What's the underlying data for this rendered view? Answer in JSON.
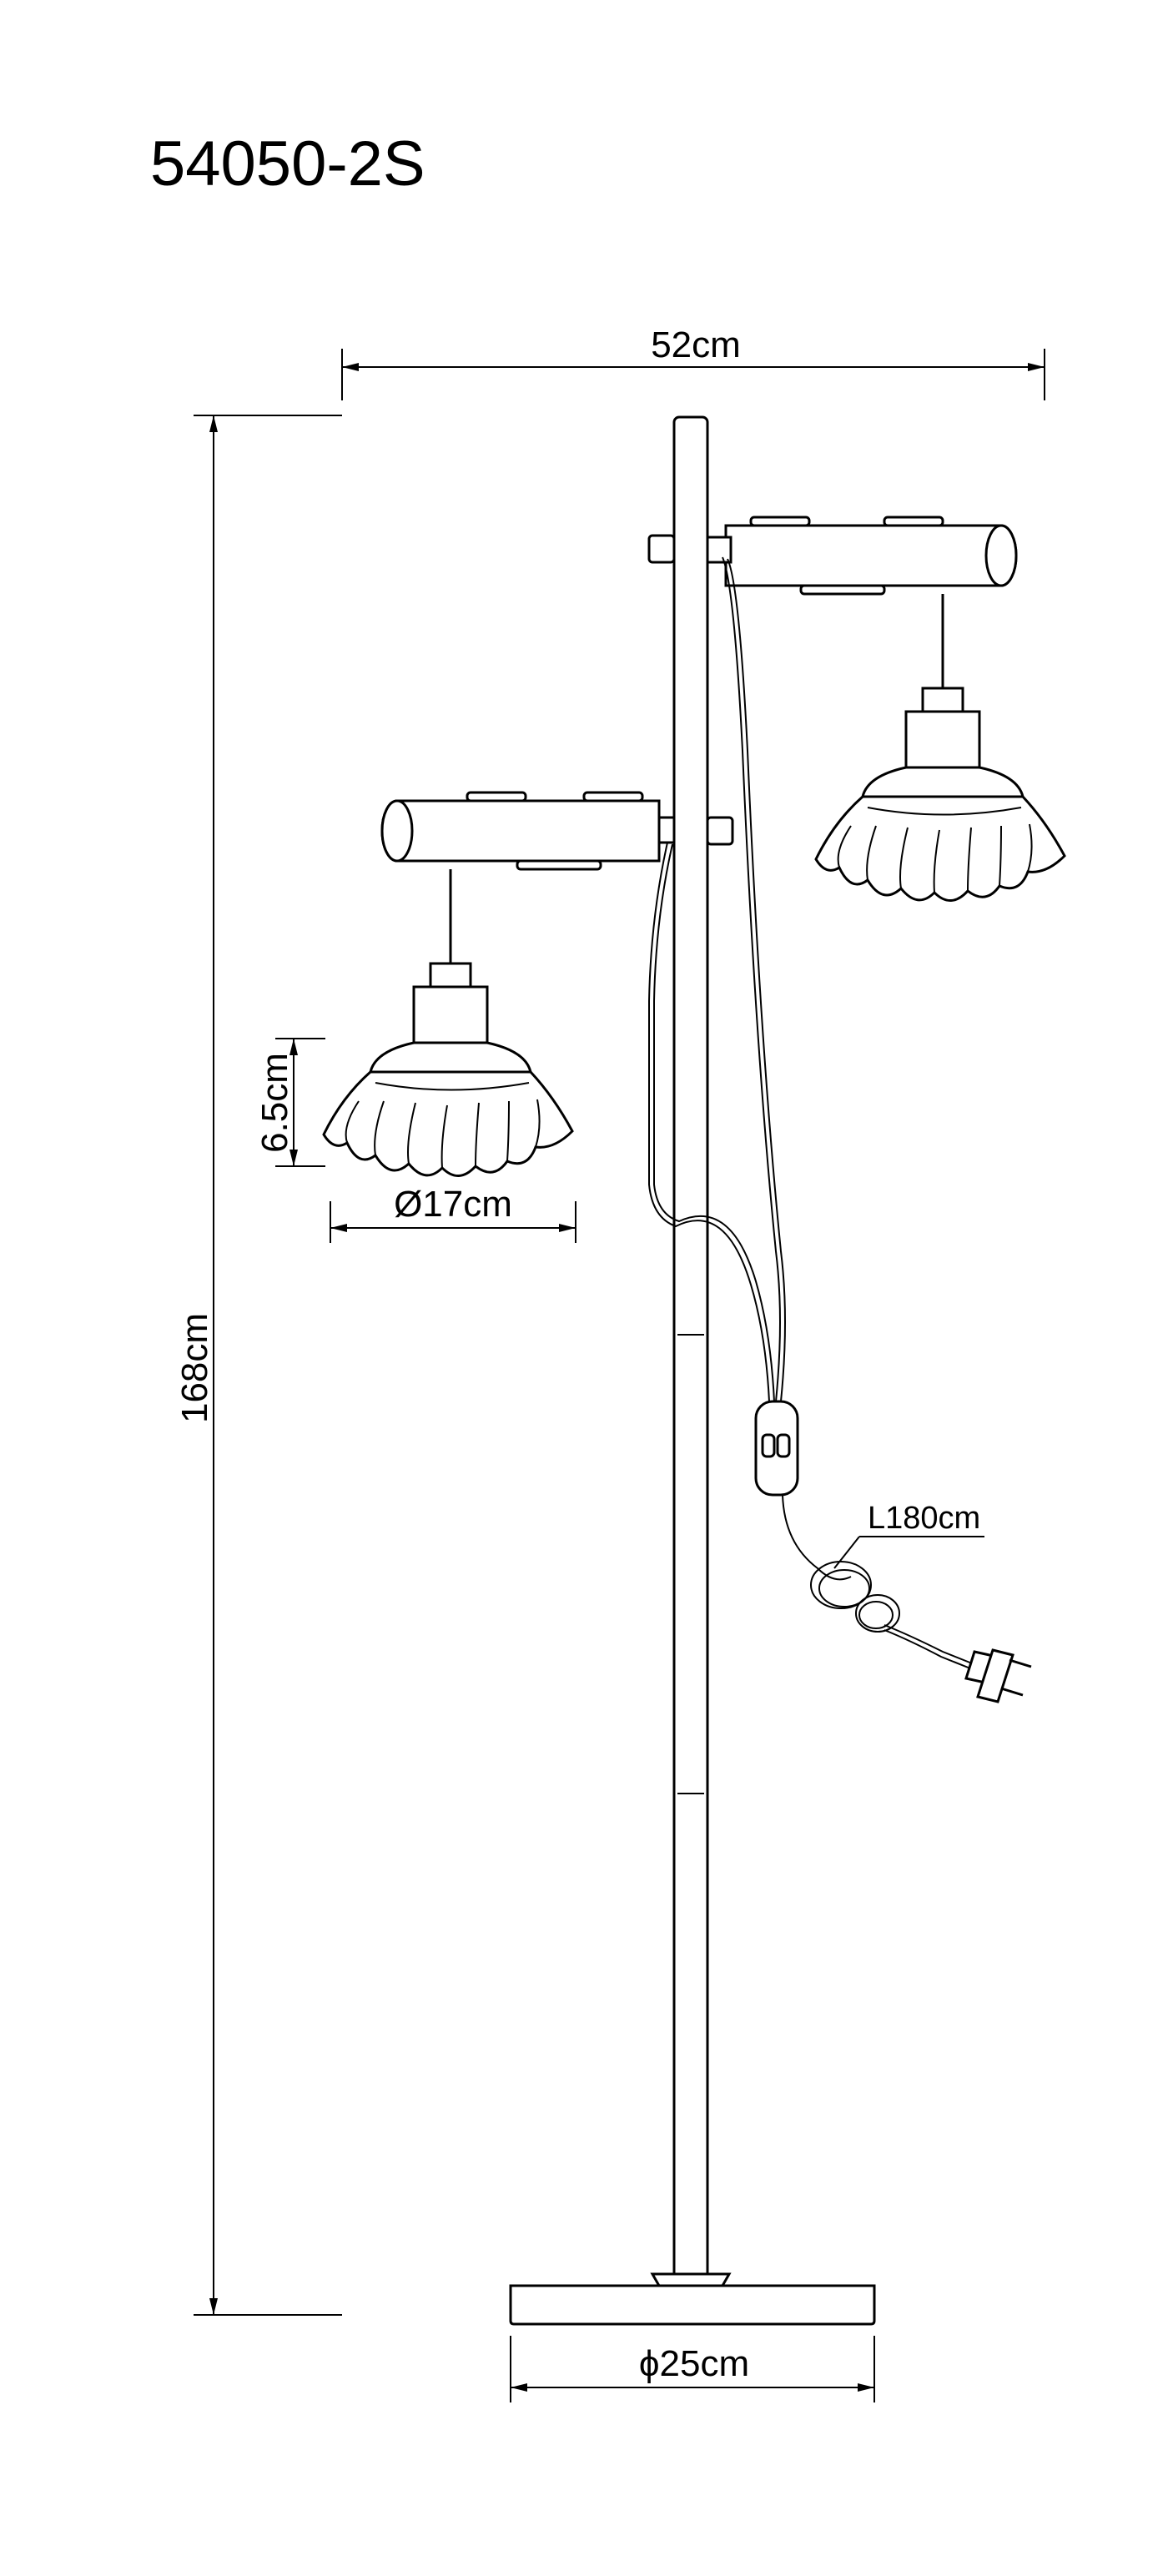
{
  "model": "54050-2S",
  "dimensions": {
    "width": "52cm",
    "height": "168cm",
    "shade_height": "6.5cm",
    "shade_diameter": "Ø17cm",
    "base_diameter": "ϕ25cm",
    "cable_length": "L180cm"
  }
}
